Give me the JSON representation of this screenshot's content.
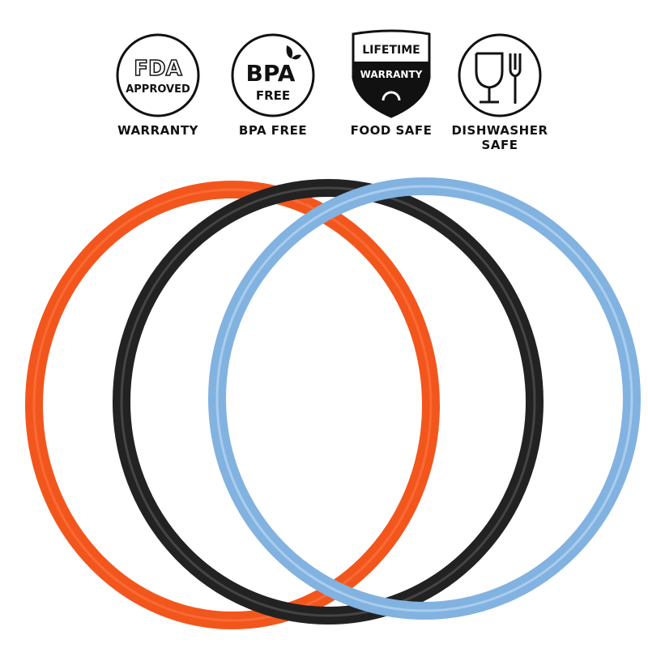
{
  "badges": [
    {
      "icon": "fda-approved-icon",
      "logo_text": [
        "FDA",
        "APPROVED"
      ],
      "label": "WARRANTY"
    },
    {
      "icon": "bpa-free-icon",
      "logo_text": [
        "BPA",
        "FREE"
      ],
      "label": "BPA FREE"
    },
    {
      "icon": "lifetime-warranty-shield-icon",
      "logo_text": [
        "LIFETIME",
        "WARRANTY"
      ],
      "label": "FOOD SAFE"
    },
    {
      "icon": "glass-fork-icon",
      "label_line1": "DISHWASHER",
      "label_line2": "SAFE"
    }
  ],
  "rings": [
    {
      "name": "orange",
      "color": "#f2561d"
    },
    {
      "name": "black",
      "color": "#222222"
    },
    {
      "name": "blue",
      "color": "#82b2e0"
    }
  ]
}
